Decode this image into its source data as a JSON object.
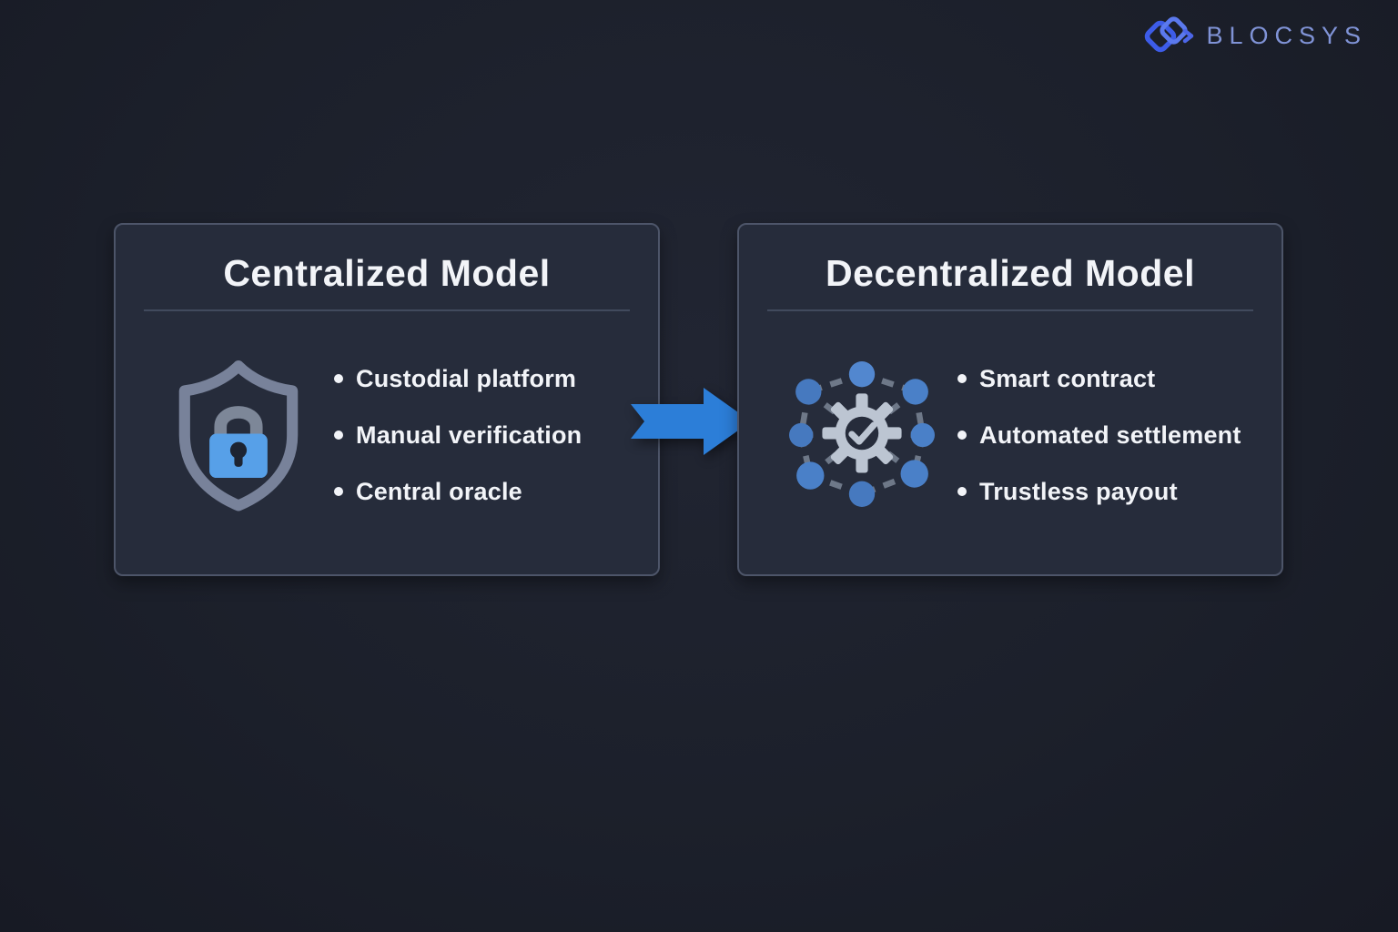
{
  "brand": {
    "name": "BLOCSYS"
  },
  "cards": [
    {
      "title": "Centralized Model",
      "icon": "shield-lock",
      "bullets": [
        "Custodial platform",
        "Manual verification",
        "Central oracle"
      ]
    },
    {
      "title": "Decentralized Model",
      "icon": "network-gear",
      "bullets": [
        "Smart contract",
        "Automated settlement",
        "Trustless payout"
      ]
    }
  ],
  "arrow": {
    "direction": "right",
    "meaning": "centralized to decentralized transition"
  },
  "colors": {
    "background": "#1c202b",
    "card_background": "#262c3b",
    "card_border": "#4d5569",
    "text": "#f2f4f8",
    "arrow_blue": "#2c7ed8",
    "lock_blue": "#57a0e8",
    "node_blue": "#4a80c8",
    "gear_gray": "#bcc5d2",
    "shield_gray": "#78829a",
    "brand_icon_blue": "#3d5ce8",
    "brand_text_blue": "#8093d6"
  }
}
